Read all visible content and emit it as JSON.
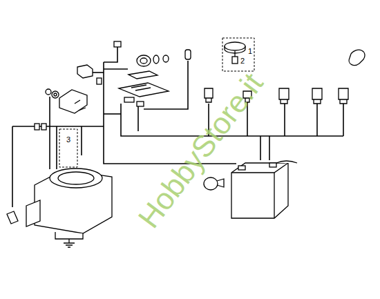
{
  "diagram": {
    "labels": [
      "1",
      "2",
      "3",
      "HobbyStore.it"
    ]
  }
}
